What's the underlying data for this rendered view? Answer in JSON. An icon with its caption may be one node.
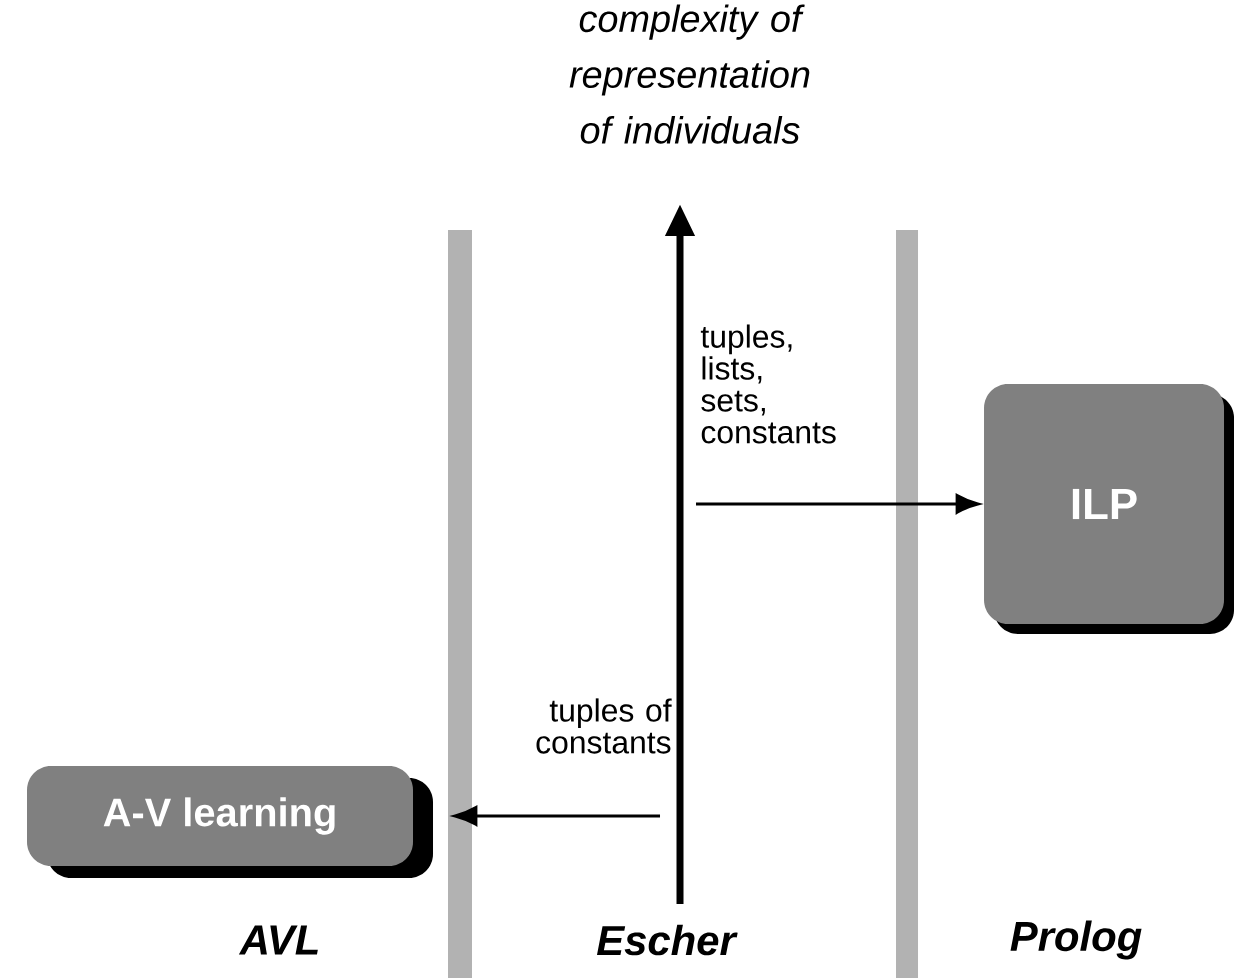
{
  "diagram": {
    "nodes": [
      {
        "text": [
          "ILP"
        ]
      },
      {
        "text": [
          "A-V learning"
        ]
      }
    ],
    "edges": [
      {
        "from": null,
        "to": 0,
        "arrow": "to",
        "label": "tuples, lists, sets, constants"
      },
      {
        "from": null,
        "to": 1,
        "arrow": "to",
        "label": "tuples of constants"
      }
    ],
    "labels": [
      "complexity of representation of individuals",
      "AVL",
      "Escher",
      "Prolog"
    ]
  }
}
